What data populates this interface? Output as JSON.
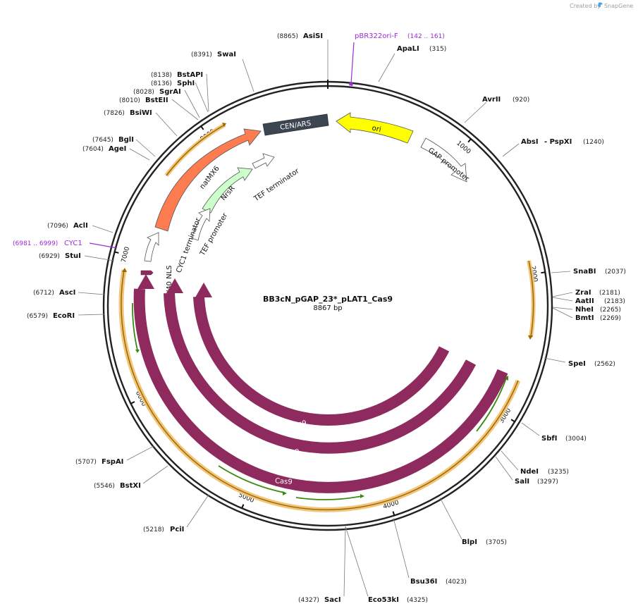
{
  "credit": {
    "created_by": "Created by",
    "brand": "SnapGene"
  },
  "map": {
    "name": "BB3cN_pGAP_23*_pLAT1_Cas9",
    "length_label": "8867 bp",
    "length": 8867,
    "ticks": [
      {
        "bp": 1000,
        "label": "1000"
      },
      {
        "bp": 2000,
        "label": "2000"
      },
      {
        "bp": 3000,
        "label": "3000"
      },
      {
        "bp": 4000,
        "label": "4000"
      },
      {
        "bp": 5000,
        "label": "5000"
      },
      {
        "bp": 6000,
        "label": "6000"
      },
      {
        "bp": 7000,
        "label": "7000"
      },
      {
        "bp": 8000,
        "label": "8000"
      }
    ]
  },
  "enzymes": [
    {
      "name": "AsiSI",
      "pos": "(8865)"
    },
    {
      "name": "ApaLI",
      "pos": "(315)"
    },
    {
      "name": "AvrII",
      "pos": "(920)"
    },
    {
      "name": "AbsI",
      "pos": ""
    },
    {
      "name": "- PspXI",
      "pos": "(1240)"
    },
    {
      "name": "SnaBI",
      "pos": "(2037)"
    },
    {
      "name": "ZraI",
      "pos": "(2181)"
    },
    {
      "name": "AatII",
      "pos": "(2183)"
    },
    {
      "name": "NheI",
      "pos": "(2265)"
    },
    {
      "name": "BmtI",
      "pos": "(2269)"
    },
    {
      "name": "SpeI",
      "pos": "(2562)"
    },
    {
      "name": "SbfI",
      "pos": "(3004)"
    },
    {
      "name": "NdeI",
      "pos": "(3235)"
    },
    {
      "name": "SalI",
      "pos": "(3297)"
    },
    {
      "name": "BlpI",
      "pos": "(3705)"
    },
    {
      "name": "Bsu36I",
      "pos": "(4023)"
    },
    {
      "name": "Eco53kI",
      "pos": "(4325)"
    },
    {
      "name": "SacI",
      "pos": "(4327)"
    },
    {
      "name": "PciI",
      "pos": "(5218)"
    },
    {
      "name": "BstXI",
      "pos": "(5546)"
    },
    {
      "name": "FspAI",
      "pos": "(5707)"
    },
    {
      "name": "EcoRI",
      "pos": "(6579)"
    },
    {
      "name": "AscI",
      "pos": "(6712)"
    },
    {
      "name": "StuI",
      "pos": "(6929)"
    },
    {
      "name": "AclI",
      "pos": "(7096)"
    },
    {
      "name": "AgeI",
      "pos": "(7604)"
    },
    {
      "name": "BglI",
      "pos": "(7645)"
    },
    {
      "name": "BsiWI",
      "pos": "(7826)"
    },
    {
      "name": "BstEII",
      "pos": "(8010)"
    },
    {
      "name": "SgrAI",
      "pos": "(8028)"
    },
    {
      "name": "SphI",
      "pos": "(8136)"
    },
    {
      "name": "BstAPI",
      "pos": "(8138)"
    },
    {
      "name": "SwaI",
      "pos": "(8391)"
    }
  ],
  "primers": [
    {
      "name": "pBR322ori-F",
      "pos": "(142 .. 161)"
    },
    {
      "name": "CYC1",
      "pos": "(6981 .. 6999)"
    }
  ],
  "features": [
    {
      "name": "CEN/ARS",
      "color": "#3d4650",
      "label_color": "#ffffff"
    },
    {
      "name": "ori",
      "color": "#ffff00",
      "label_color": "#111111"
    },
    {
      "name": "GAP promoter",
      "color": "#ffffff",
      "label_color": "#111111"
    },
    {
      "name": "natMX6",
      "color": "#ff7c50",
      "label_color": "#111111"
    },
    {
      "name": "NrsR",
      "color": "#ccffcc",
      "label_color": "#111111"
    },
    {
      "name": "TEF terminator",
      "color": "#ffffff",
      "label_color": "#111111"
    },
    {
      "name": "TEF promoter",
      "color": "#ffffff",
      "label_color": "#111111"
    },
    {
      "name": "CYC1 terminator",
      "color": "#ffffff",
      "label_color": "#111111"
    },
    {
      "name": "SV40 NLS",
      "color": "#8e2a5e",
      "label_color": "#111111"
    },
    {
      "name": "Cas9",
      "color": "#8e2a5e",
      "label_color": "#ffffff"
    }
  ],
  "colors": {
    "backbone": "#222222",
    "cas9": "#8e2a5e",
    "orf_glow": "#f3c57a",
    "orf_line": "#9a6a00",
    "orf_green": "#3a8a10",
    "primer": "#9b2bd6",
    "leader": "#7a7a7a"
  }
}
